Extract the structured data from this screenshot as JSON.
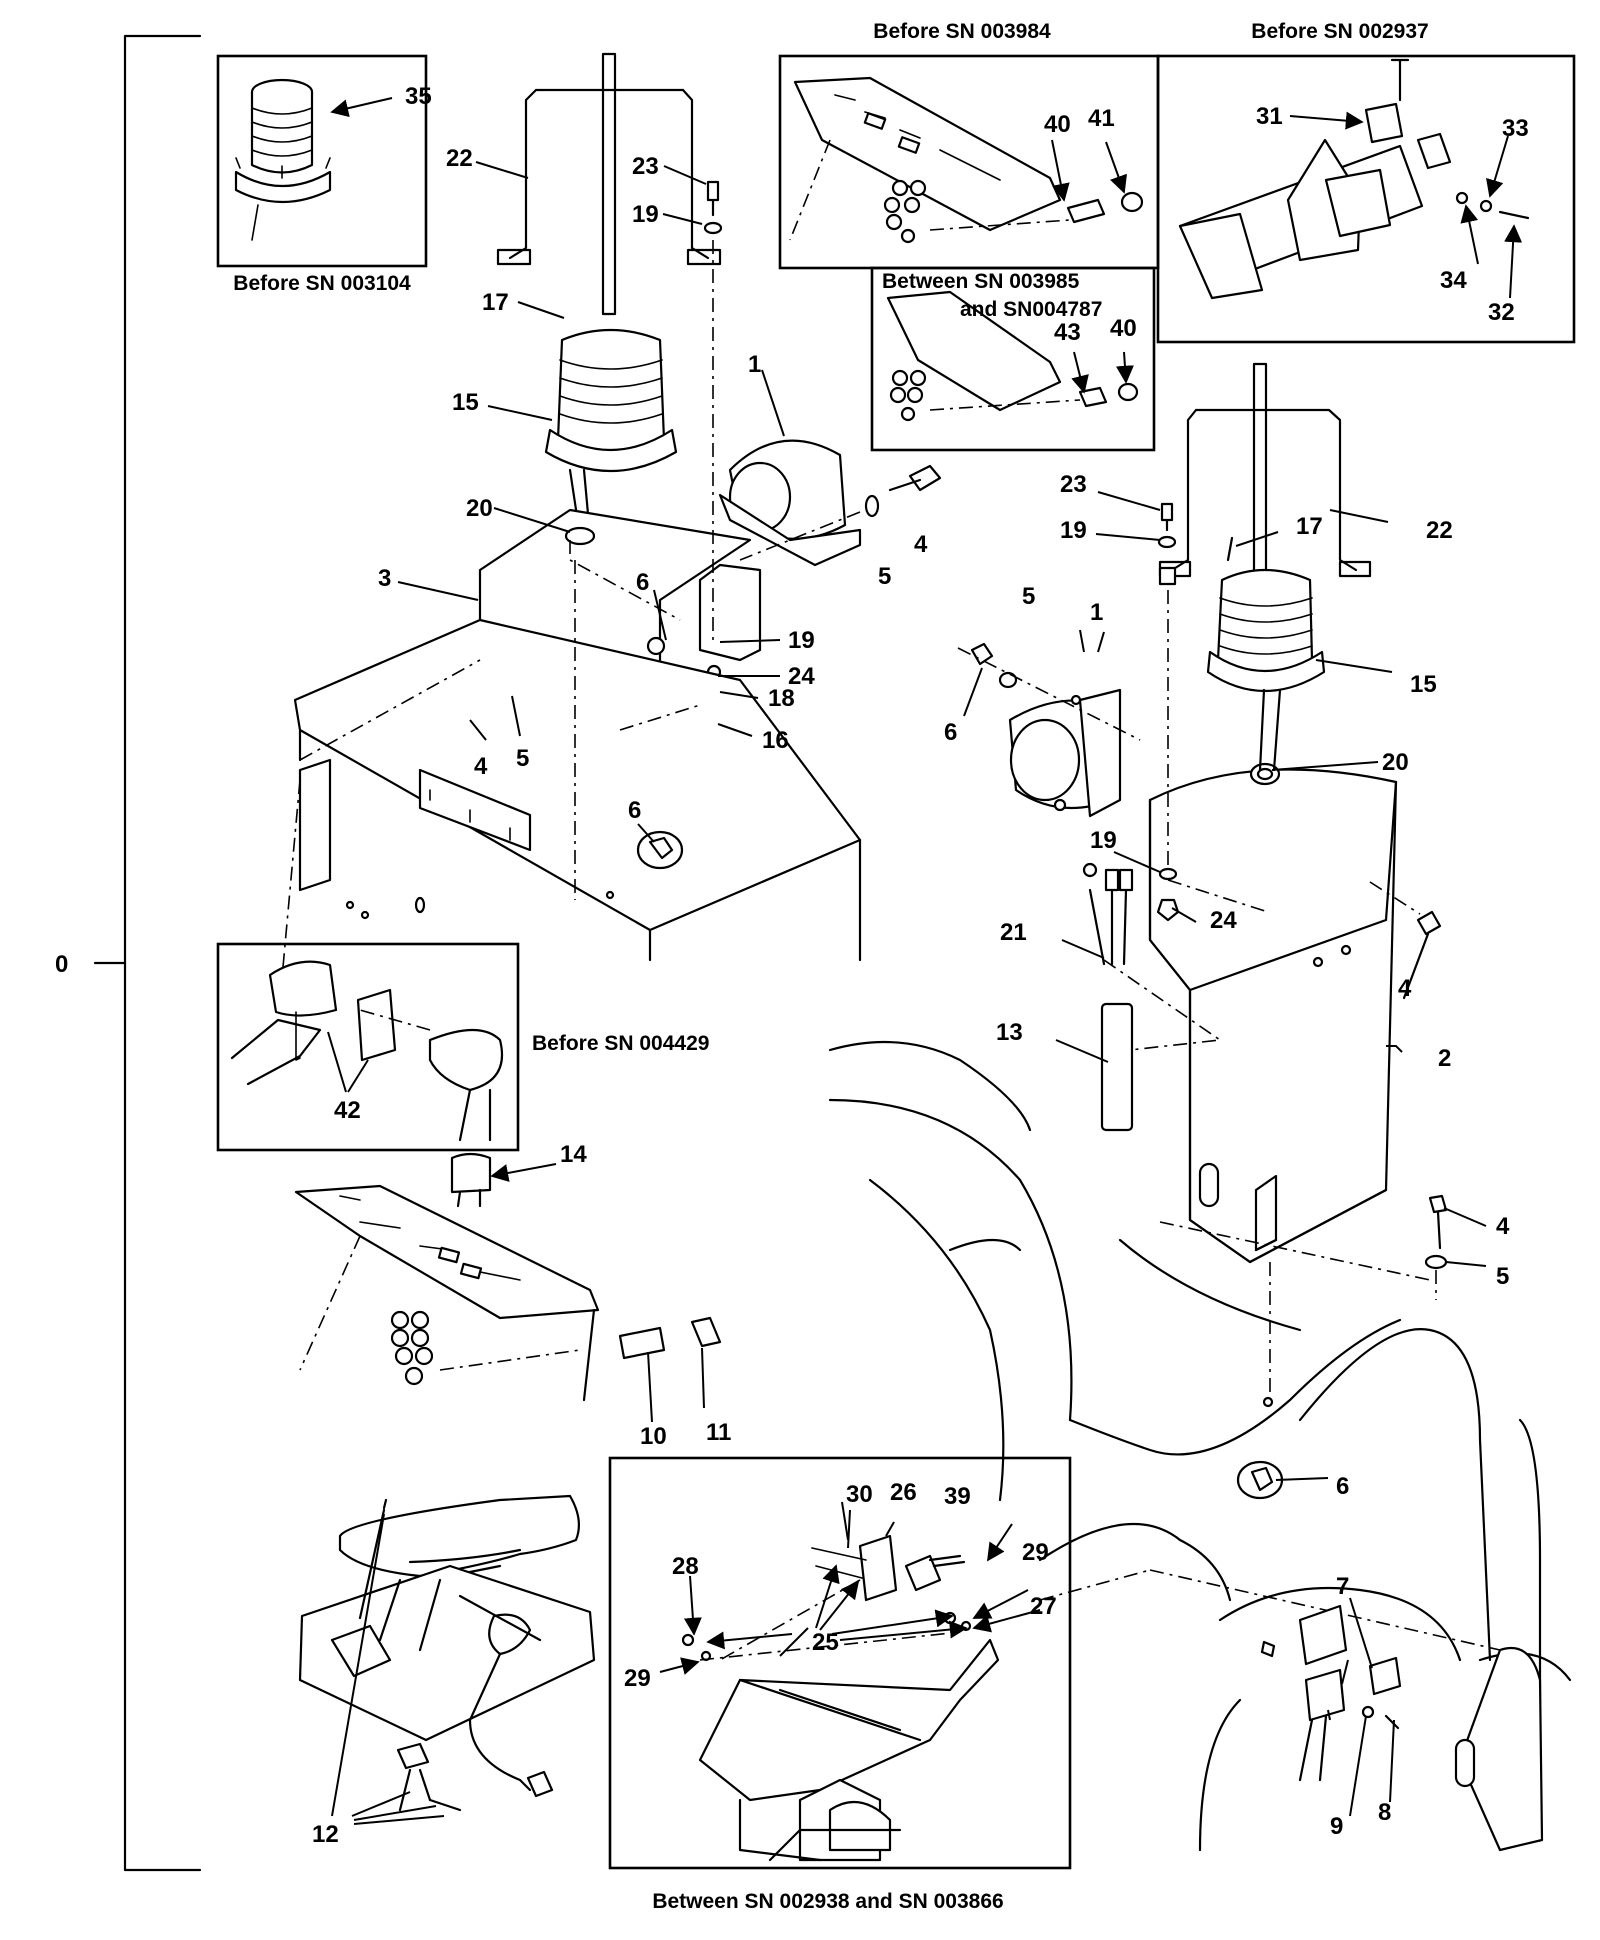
{
  "assembly": {
    "number": "0"
  },
  "captions": {
    "c1": "Before SN 003984",
    "c2": "Before SN 002937",
    "c3": "Before SN 003104",
    "c4a": "Between SN 003985",
    "c4b": "and SN004787",
    "c5": "Before SN 004429",
    "c6": "Between SN 002938 and SN 003866"
  },
  "callouts": {
    "n1": "1",
    "n2": "2",
    "n3": "3",
    "n4": "4",
    "n5": "5",
    "n6": "6",
    "n7": "7",
    "n8": "8",
    "n9": "9",
    "n10": "10",
    "n11": "11",
    "n12": "12",
    "n13": "13",
    "n14": "14",
    "n15": "15",
    "n16": "16",
    "n17": "17",
    "n18": "18",
    "n19": "19",
    "n20": "20",
    "n21": "21",
    "n22": "22",
    "n23": "23",
    "n24": "24",
    "n25": "25",
    "n26": "26",
    "n27": "27",
    "n28": "28",
    "n29": "29",
    "n30": "30",
    "n31": "31",
    "n32": "32",
    "n33": "33",
    "n34": "34",
    "n35": "35",
    "n39": "39",
    "n40": "40",
    "n41": "41",
    "n42": "42",
    "n43": "43"
  }
}
